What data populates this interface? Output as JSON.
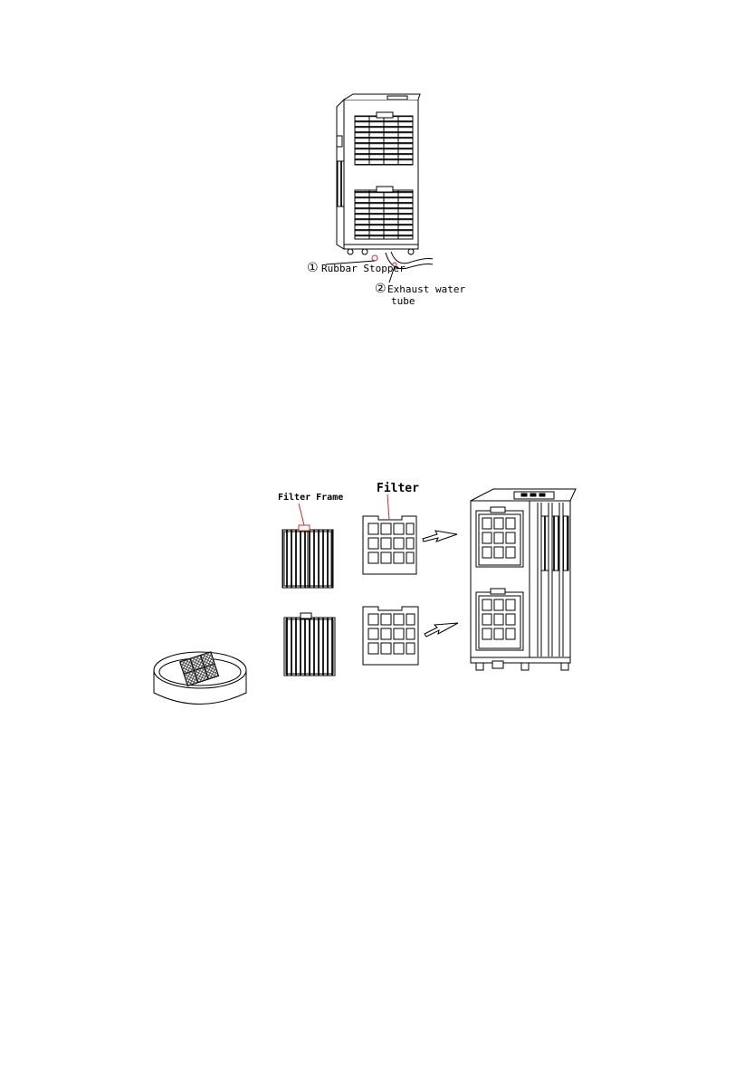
{
  "figure1": {
    "marker_1": "①",
    "label_1": "Rubbar Stopper",
    "marker_2": "②",
    "label_2_line1": "Exhaust water",
    "label_2_line2": "tube"
  },
  "figure2": {
    "label_frame": "Filter Frame",
    "label_filter": "Filter"
  },
  "colors": {
    "line": "#000000",
    "highlight": "#d03030",
    "background": "#ffffff"
  }
}
